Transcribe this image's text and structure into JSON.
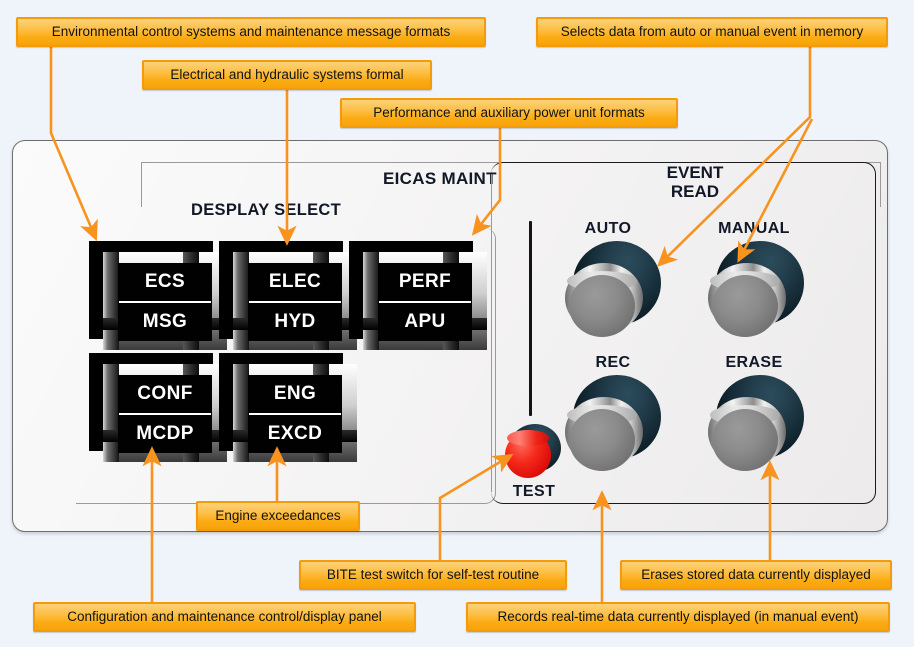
{
  "background_color": "#eff4fa",
  "accent_color": "#f7a40a",
  "panel": {
    "title": "EICAS MAINT",
    "display_select": {
      "heading": "DESPLAY SELECT",
      "buttons": [
        {
          "top": "ECS",
          "bottom": "MSG"
        },
        {
          "top": "ELEC",
          "bottom": "HYD"
        },
        {
          "top": "PERF",
          "bottom": "APU"
        },
        {
          "top": "CONF",
          "bottom": "MCDP"
        },
        {
          "top": "ENG",
          "bottom": "EXCD"
        }
      ]
    },
    "event_read": {
      "heading_line1": "EVENT",
      "heading_line2": "READ",
      "knobs": [
        {
          "label": "AUTO"
        },
        {
          "label": "MANUAL"
        },
        {
          "label": "REC"
        },
        {
          "label": "ERASE"
        }
      ],
      "test_switch": {
        "label": "TEST"
      }
    }
  },
  "callouts": [
    {
      "id": "ecs-msg",
      "text": "Environmental control systems and maintenance message formats"
    },
    {
      "id": "elec-hyd",
      "text": "Electrical and hydraulic systems formal"
    },
    {
      "id": "perf-apu",
      "text": "Performance and auxiliary power unit formats"
    },
    {
      "id": "event-sel",
      "text": "Selects data from auto or manual event in memory"
    },
    {
      "id": "eng-excd",
      "text": "Engine exceedances"
    },
    {
      "id": "bite",
      "text": "BITE test switch for self-test routine"
    },
    {
      "id": "conf-mcdp",
      "text": "Configuration and maintenance control/display panel"
    },
    {
      "id": "rec",
      "text": "Records real-time data currently displayed (in manual event)"
    },
    {
      "id": "erase",
      "text": "Erases stored data currently displayed"
    }
  ]
}
